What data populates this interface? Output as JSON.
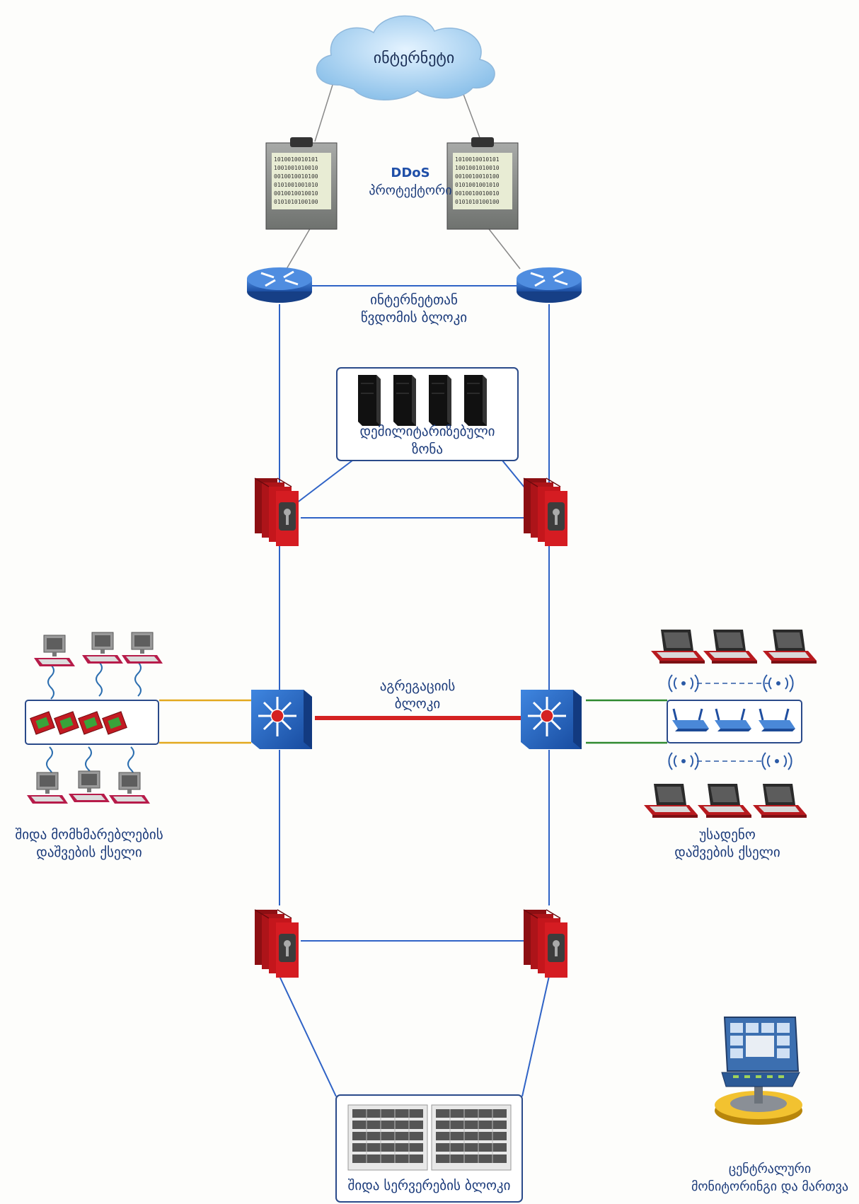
{
  "labels": {
    "internet": "ინტერნეტი",
    "ddos_line1": "DDoS",
    "ddos_line2": "პროტექტორი",
    "internet_access_line1": "ინტერნეტთან",
    "internet_access_line2": "წვდომის ბლოკი",
    "dmz_line1": "დემილიტარიზებული",
    "dmz_line2": "ზონა",
    "aggregation_line1": "აგრეგაციის",
    "aggregation_line2": "ბლოკი",
    "internal_users_line1": "შიდა მომხმარებლების",
    "internal_users_line2": "დაშვების ქსელი",
    "wireless_line1": "უსადენო",
    "wireless_line2": "დაშვების ქსელი",
    "servers": "შიდა სერვერების ბლოკი",
    "monitoring_line1": "ცენტრალური",
    "monitoring_line2": "მონიტორინგი და მართვა"
  },
  "ddos_binary_rows": [
    "1010010010101",
    "1001001010010",
    "0010010010100",
    "0101001001010",
    "0010010010010",
    "0101010100100"
  ],
  "colors": {
    "link_blue": "#2f63c6",
    "link_red": "#d42222",
    "link_yellow": "#e3a91e",
    "link_green": "#2f8a2f",
    "router_blue": "#2f6fc9",
    "switch_blue": "#1f5fc0",
    "firewall_red": "#c4161c",
    "cloud_blue": "#a9d2f0",
    "label_text": "#1a3a7a"
  },
  "icons": [
    "cloud-icon",
    "ddos-clipboard-icon",
    "router-icon",
    "server-tower-icon",
    "firewall-icon",
    "multilayer-switch-icon",
    "workstation-icon",
    "laptop-icon",
    "wireless-access-point-icon",
    "wireless-signal-icon",
    "switch-module-icon",
    "server-rack-icon",
    "monitoring-console-icon"
  ]
}
